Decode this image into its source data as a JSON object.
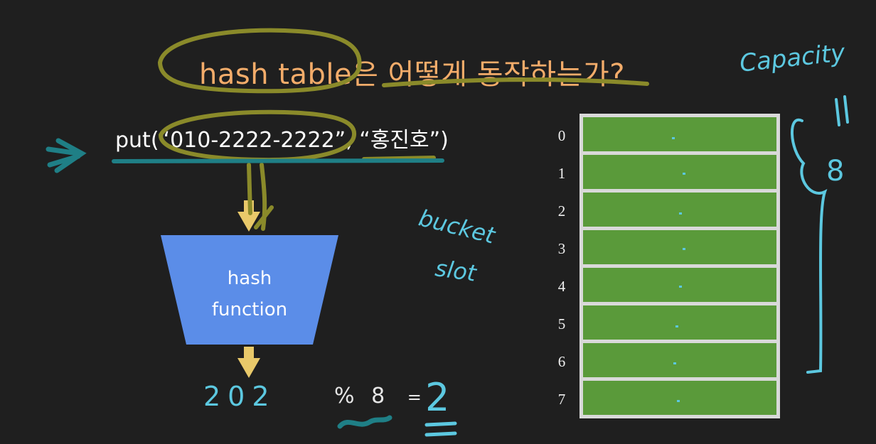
{
  "title": "hash table은 어떻게 동작하는가?",
  "put_call": "put(“010-2222-2222”, “홍진호”)",
  "hash_function_label": [
    "hash",
    "function"
  ],
  "hash_result": "202",
  "modulo": {
    "operator": "%",
    "divisor": "8",
    "equals": "=",
    "result": "2"
  },
  "bucket_indices": [
    "0",
    "1",
    "2",
    "3",
    "4",
    "5",
    "6",
    "7"
  ],
  "annotations": {
    "capacity": "Capacity",
    "capacity_value": "8",
    "bucket": "bucket",
    "slot": "slot"
  },
  "colors": {
    "background": "#1f1f1f",
    "title": "#f3ac6a",
    "highlight": "#8a8a2a",
    "hash_box": "#5b8de8",
    "arrow": "#e9c96a",
    "bucket_fill": "#5a9a3a",
    "handwriting": "#5cc8e0",
    "underline": "#1f7f86"
  }
}
